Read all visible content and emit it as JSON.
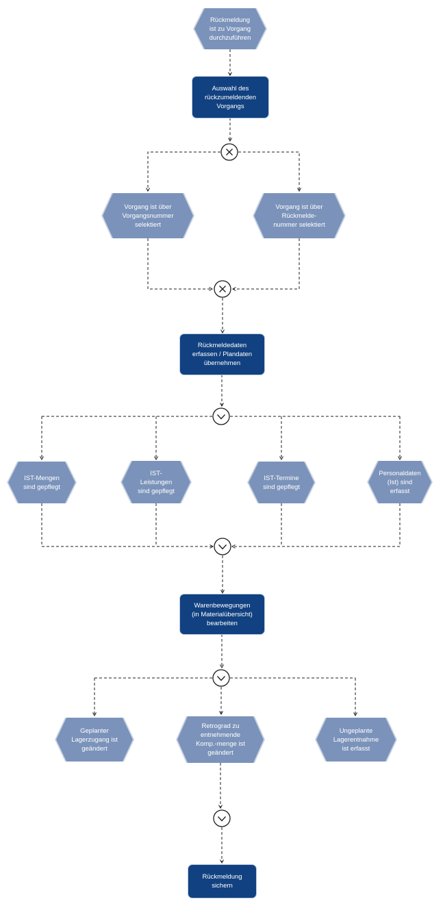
{
  "diagram_type": "EPC process chain",
  "colors": {
    "event_fill": "#7b93ba",
    "event_edge_highlight": "#c9d3e2",
    "function_fill": "#114180",
    "function_glow": "#b9cbe1",
    "node_text": "#ffffff",
    "edge_line": "#1c1c1c",
    "connector_fill": "#ffffff"
  },
  "nodes": [
    {
      "id": "e1",
      "kind": "event",
      "label": "Rückmeldung\nist zu Vorgang\ndurchzuführen"
    },
    {
      "id": "f1",
      "kind": "function",
      "label": "Auswahl des\nrückzumeldenden\nVorgangs"
    },
    {
      "id": "e2",
      "kind": "event",
      "label": "Vorgang ist über\nVorgangsnummer\nselektiert"
    },
    {
      "id": "e3",
      "kind": "event",
      "label": "Vorgang ist über\nRückmelde-\nnummer selektiert"
    },
    {
      "id": "f2",
      "kind": "function",
      "label": "Rückmeldedaten\nerfassen / Plandaten\nübernehmen"
    },
    {
      "id": "e4",
      "kind": "event",
      "label": "IST-Mengen\nsind gepflegt"
    },
    {
      "id": "e5",
      "kind": "event",
      "label": "IST-\nLeistungen\nsind gepflegt"
    },
    {
      "id": "e6",
      "kind": "event",
      "label": "IST-Termine\nsind gepflegt"
    },
    {
      "id": "e7",
      "kind": "event",
      "label": "Personaldaten\n(Ist) sind\nerfasst"
    },
    {
      "id": "f3",
      "kind": "function",
      "label": "Warenbewegungen\n(in Materialübersicht)\nbearbeiten"
    },
    {
      "id": "e8",
      "kind": "event",
      "label": "Geplanter\nLagerzugang ist\ngeändert"
    },
    {
      "id": "e9",
      "kind": "event",
      "label": "Retrograd zu\nentnehmende\nKomp.-menge ist\ngeändert"
    },
    {
      "id": "e10",
      "kind": "event",
      "label": "Ungeplante\nLagerentnahme\nist erfasst"
    },
    {
      "id": "f4",
      "kind": "function",
      "label": "Rückmeldung\nsichern"
    }
  ],
  "connectors": [
    {
      "id": "xor1",
      "type": "XOR",
      "symbol": "x"
    },
    {
      "id": "xor2",
      "type": "XOR",
      "symbol": "x"
    },
    {
      "id": "or1",
      "type": "OR",
      "symbol": "v"
    },
    {
      "id": "or2",
      "type": "OR",
      "symbol": "v"
    },
    {
      "id": "or3",
      "type": "OR",
      "symbol": "v"
    },
    {
      "id": "or4",
      "type": "OR",
      "symbol": "v"
    }
  ],
  "edges": [
    {
      "from": "e1",
      "to": "f1"
    },
    {
      "from": "f1",
      "to": "xor1"
    },
    {
      "from": "xor1",
      "to": "e2"
    },
    {
      "from": "xor1",
      "to": "e3"
    },
    {
      "from": "e2",
      "to": "xor2"
    },
    {
      "from": "e3",
      "to": "xor2"
    },
    {
      "from": "xor2",
      "to": "f2"
    },
    {
      "from": "f2",
      "to": "or1"
    },
    {
      "from": "or1",
      "to": "e4"
    },
    {
      "from": "or1",
      "to": "e5"
    },
    {
      "from": "or1",
      "to": "e6"
    },
    {
      "from": "or1",
      "to": "e7"
    },
    {
      "from": "e4",
      "to": "or2"
    },
    {
      "from": "e5",
      "to": "or2"
    },
    {
      "from": "e6",
      "to": "or2"
    },
    {
      "from": "e7",
      "to": "or2"
    },
    {
      "from": "or2",
      "to": "f3"
    },
    {
      "from": "f3",
      "to": "or3"
    },
    {
      "from": "or3",
      "to": "e8"
    },
    {
      "from": "or3",
      "to": "e9"
    },
    {
      "from": "or3",
      "to": "e10"
    },
    {
      "from": "e9",
      "to": "or4"
    },
    {
      "from": "or4",
      "to": "f4"
    }
  ]
}
